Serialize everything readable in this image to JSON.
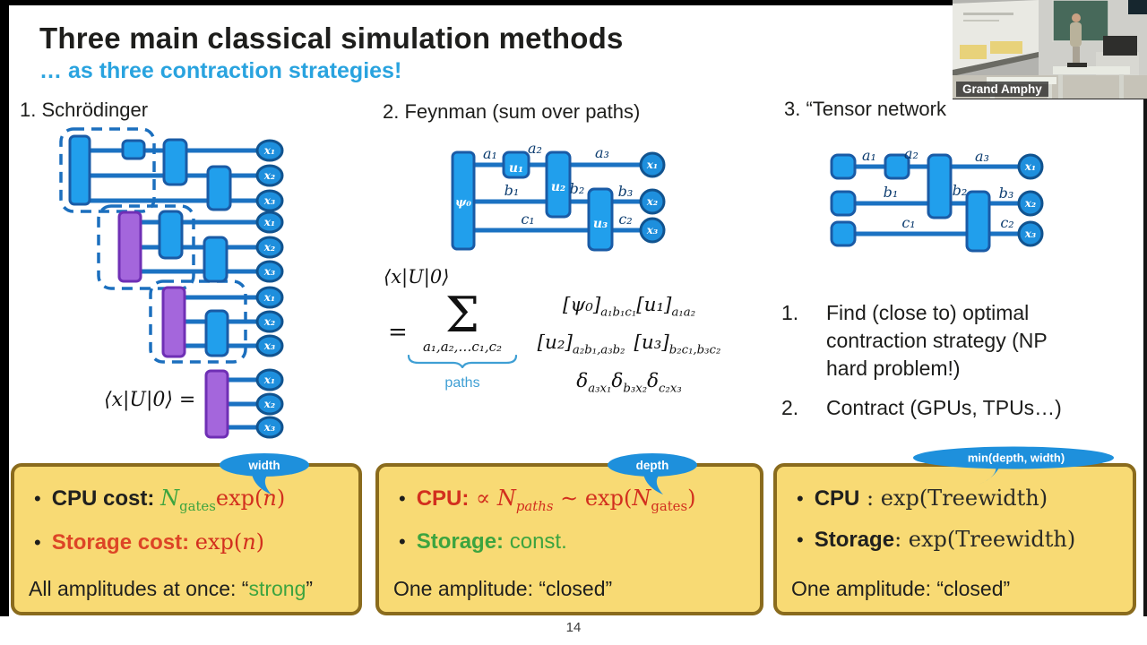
{
  "ui": {
    "bullet": "•"
  },
  "slide": {
    "title": "Three main classical simulation methods",
    "subtitle": "… as three contraction strategies!",
    "page_number": "14"
  },
  "webcam": {
    "label": "Grand Amphy"
  },
  "terminals": {
    "x1": "x₁",
    "x2": "x₂",
    "x3": "x₃"
  },
  "schrodinger": {
    "heading": "1. Schrödinger",
    "amplitude_equation": "⟨x|U|0⟩ ="
  },
  "feynman": {
    "heading": "2. Feynman (sum over paths)",
    "diagram": {
      "psi0": "ψ₀",
      "u1": "u₁",
      "u2": "u₂",
      "u3": "u₃",
      "a1": "a₁",
      "a2": "a₂",
      "a3": "a₃",
      "b1": "b₁",
      "b2": "b₂",
      "b3": "b₃",
      "c1": "c₁",
      "c2": "c₂"
    },
    "equation": {
      "lhs": "⟨x|U|0⟩",
      "equals": "=",
      "sum_symbol": "Σ",
      "sum_subscript": "a₁,a₂,…c₁,c₂",
      "paths_label": "paths",
      "line1": [
        {
          "base": "[ψ₀]",
          "sub": "a₁b₁c₁"
        },
        {
          "base": "[u₁]",
          "sub": "a₁a₂"
        }
      ],
      "line2": [
        {
          "base": "[u₂]",
          "sub": "a₂b₁,a₃b₂"
        },
        {
          "base": "[u₃]",
          "sub": "b₂c₁,b₃c₂"
        }
      ],
      "line3": [
        {
          "base": "δ",
          "sub": "a₃x₁"
        },
        {
          "base": "δ",
          "sub": "b₃x₂"
        },
        {
          "base": "δ",
          "sub": "c₂x₃"
        }
      ]
    }
  },
  "tensor": {
    "heading": "3. “Tensor network",
    "diagram": {
      "a1": "a₁",
      "a2": "a₂",
      "a3": "a₃",
      "b1": "b₁",
      "b2": "b₂",
      "b3": "b₃",
      "c1": "c₁",
      "c2": "c₂"
    },
    "steps": [
      {
        "num": "1.",
        "text": "Find (close to) optimal contraction strategy (NP hard problem!)"
      },
      {
        "num": "2.",
        "text": "Contract (GPUs, TPUs…)"
      }
    ]
  },
  "cost_boxes": {
    "schrodinger": {
      "bubble": "width",
      "cpu": {
        "label": "CPU cost: ",
        "n": "N",
        "n_sub": "gates",
        "exp": "exp(",
        "var": "n",
        "close": ")"
      },
      "storage": {
        "label": "Storage cost: ",
        "exp": "exp(",
        "var": "n",
        "close": ")"
      },
      "footer": {
        "pre": "All amplitudes at once: “",
        "highlight": "strong",
        "post": "”"
      }
    },
    "feynman": {
      "bubble": "depth",
      "cpu": {
        "label": "CPU:",
        "prop": " ∝ ",
        "n1": "N",
        "n1_sub": "paths",
        "tilde": " ∼  ",
        "exp": "exp(",
        "n2": "N",
        "n2_sub": "gates",
        "close": ")"
      },
      "storage": {
        "label": "Storage:",
        "rest": " const."
      },
      "footer": "One amplitude: “closed”"
    },
    "tensor": {
      "bubble": "min(depth, width)",
      "cpu": {
        "label": "CPU",
        "rest": " : exp(Treewidth)"
      },
      "storage": {
        "label": "Storage",
        "rest": ": exp(Treewidth)"
      },
      "footer": "One amplitude: “closed”"
    }
  }
}
